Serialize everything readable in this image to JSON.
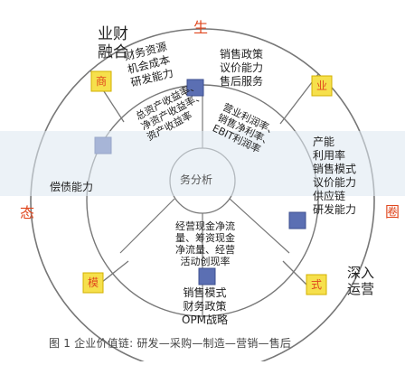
{
  "diagram": {
    "corner_labels": {
      "top_left": "业财\n融合",
      "bottom_right": "深入\n运营"
    },
    "ring_labels": {
      "top": "生",
      "right": "圈",
      "left": "态"
    },
    "corner_markers": [
      "商",
      "业",
      "模",
      "式"
    ],
    "sector_texts": {
      "left": "财务资源\n机会成本\n研发能力",
      "top": "销售政策\n议价能力\n售后服务",
      "right": "产能\n利用率\n销售模式\n议价能力\n供应链\n研发能力",
      "bottom": "销售模式\n财务政策\nOPM战略",
      "left_lower": "偿债能力"
    },
    "inner_texts": {
      "upper_left": "总资产收益率、\n净资产收益率、\n资产收益率",
      "upper_right": "营业利润率、\n销售净利率、\nEBIT利润率",
      "lower": "经营现金净流\n量、筹资现金\n净流量、经营\n活动创现率"
    },
    "center_text": "务分析",
    "caption": "图 1 企业价值链: 研发—采购—制造—营销—售后"
  }
}
